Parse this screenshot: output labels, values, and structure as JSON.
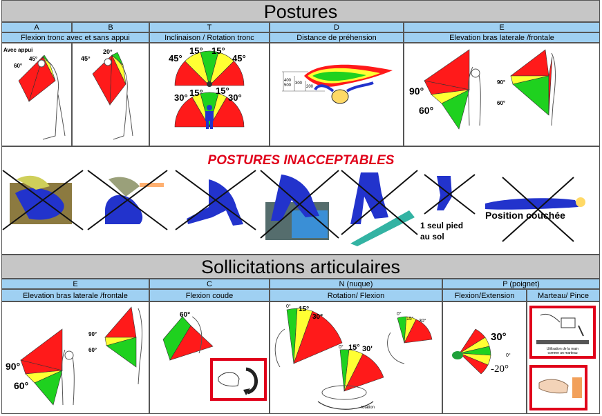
{
  "postures": {
    "title": "Postures",
    "letters": [
      "A",
      "B",
      "T",
      "D",
      "E"
    ],
    "headers": [
      "Flexion tronc avec et sans appui",
      "Inclinaison / Rotation tronc",
      "Distance de préhension",
      "Elevation bras laterale /frontale"
    ],
    "a_labels": {
      "avec_appui": "Avec appui",
      "deg45": "45°",
      "deg60": "60°"
    },
    "b_labels": {
      "deg45": "45°",
      "deg20": "20°"
    },
    "t_labels": {
      "top_45l": "45°",
      "top_15l": "15°",
      "top_15r": "15°",
      "top_45r": "45°",
      "bot_30l": "30°",
      "bot_15l": "15°",
      "bot_15r": "15°",
      "bot_30r": "30°"
    },
    "d_labels": {
      "d400": "400",
      "d500": "500",
      "d300": "300",
      "d200": "200"
    },
    "e_labels": {
      "big90": "90°",
      "big60": "60°",
      "small90": "90°",
      "small60": "60°"
    }
  },
  "inacceptables": {
    "title": "POSTURES INACCEPTABLES",
    "pied_line1": "1 seul pied",
    "pied_line2": "au sol",
    "couchee": "Position couchée"
  },
  "sollicitations": {
    "title": "Sollicitations articulaires",
    "letters": [
      "E",
      "C",
      "N (nuque)",
      "P (poignet)"
    ],
    "headers": [
      "Elevation bras laterale /frontale",
      "Flexion coude",
      "Rotation/ Flexion",
      "Flexion/Extension",
      "Marteau/ Pince"
    ],
    "e_labels": {
      "big90": "90°",
      "big60": "60°",
      "small90": "90°",
      "small60": "60°"
    },
    "c_labels": {
      "deg60": "60°"
    },
    "n_labels": {
      "l0": "0°",
      "l15": "15°",
      "l30": "30°",
      "r0": "0°",
      "r15": "15°",
      "r30": "30°",
      "b0": "0°",
      "b15": "15°",
      "b30": "30'",
      "rotation": "rotation"
    },
    "p_labels": {
      "deg30": "30°",
      "deg0": "0°",
      "m20": "-20°"
    },
    "marteau_caption_1": "Utilisation de la main",
    "marteau_caption_2": "comme un marteau"
  },
  "colors": {
    "red": "#ff1a1a",
    "yellow": "#ffff33",
    "green": "#1fd11f",
    "header_blue": "#9fd0f2",
    "title_gray": "#c6c6c6",
    "alert_red": "#e0001a",
    "body_blue": "#2233cc"
  }
}
